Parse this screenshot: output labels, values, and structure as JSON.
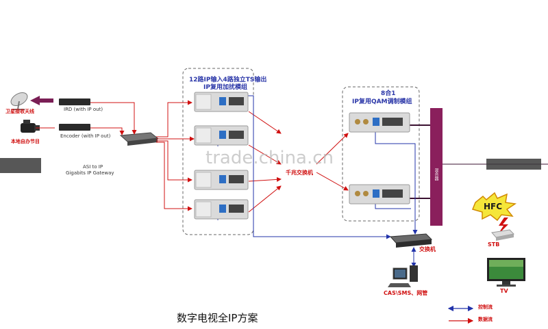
{
  "labels": {
    "satellite_antenna": "卫星接收天线",
    "local_program": "本地自办节目",
    "ird": "IRD (with IP out)",
    "encoder": "Encoder (with IP out)",
    "asi_to_ip": "ASI to IP",
    "gigabit_gateway": "Gigabits IP Gateway",
    "mux_group_line1": "12路IP输入4路独立TS输出",
    "mux_group_line2": "IP复用加扰模组",
    "qam_group_line1": "8合1",
    "qam_group_line2": "IP复用QAM调制模组",
    "gigabit_switch": "千兆交换机",
    "combiner": "混合器",
    "hfc": "HFC",
    "stb": "STB",
    "tv": "TV",
    "switch": "交换机",
    "cas_sms": "CAS\\SMS、网管",
    "watermark": "trade.china.cn",
    "title": "数字电视全IP方案",
    "legend_control": "控制流",
    "legend_data": "数据流"
  },
  "colors": {
    "data_flow": "#d01010",
    "control_flow": "#2233aa",
    "combiner_bar": "#8a1f5c"
  }
}
